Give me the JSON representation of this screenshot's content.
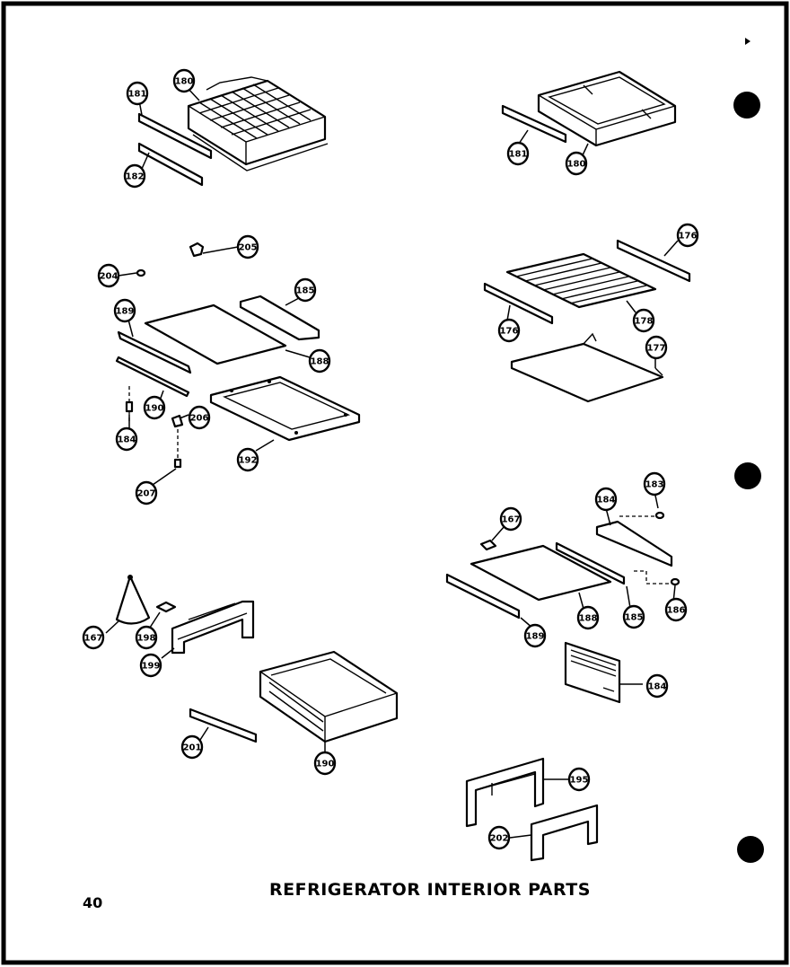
{
  "title": "REFRIGERATOR INTERIOR PARTS",
  "page_number": "40",
  "callouts": {
    "c_181_a": "181",
    "c_180_a": "180",
    "c_182_a": "182",
    "c_181_b": "181",
    "c_180_b": "180",
    "c_205": "205",
    "c_204": "204",
    "c_185_a": "185",
    "c_189_a": "189",
    "c_188_a": "188",
    "c_190_a": "190",
    "c_206": "206",
    "c_184_a": "184",
    "c_192": "192",
    "c_207": "207",
    "c_176_a": "176",
    "c_176_b": "176",
    "c_178": "178",
    "c_177": "177",
    "c_167_a": "167",
    "c_184_b": "184",
    "c_183": "183",
    "c_189_b": "189",
    "c_188_b": "188",
    "c_185_b": "185",
    "c_186": "186",
    "c_184_c": "184",
    "c_167_b": "167",
    "c_198": "198",
    "c_199": "199",
    "c_201": "201",
    "c_190_b": "190",
    "c_195": "195",
    "c_202": "202"
  }
}
